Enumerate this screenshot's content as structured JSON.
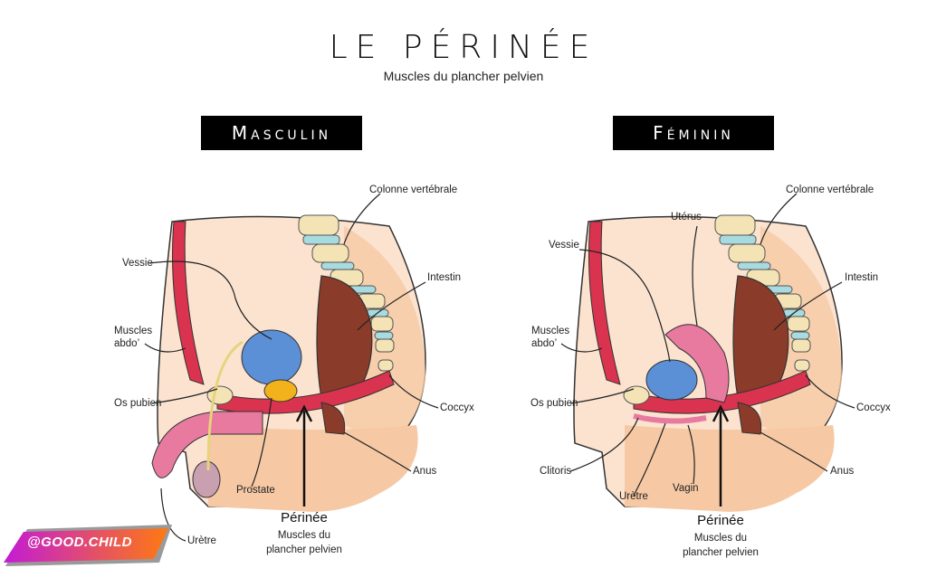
{
  "header": {
    "title": "LE PÉRINÉE",
    "subtitle": "Muscles du plancher pelvien"
  },
  "male": {
    "tag": "Masculin",
    "labels": {
      "spine": "Colonne vertébrale",
      "bladder": "Vessie",
      "abs_1": "Muscles",
      "abs_2": "abdo’",
      "intestine": "Intestin",
      "pubic": "Os pubien",
      "coccyx": "Coccyx",
      "anus": "Anus",
      "prostate": "Prostate",
      "urethra": "Urètre"
    },
    "perineum": {
      "title": "Périnée",
      "sub_1": "Muscles du",
      "sub_2": "plancher pelvien"
    }
  },
  "female": {
    "tag": "Féminin",
    "labels": {
      "spine": "Colonne vertébrale",
      "uterus": "Utérus",
      "bladder": "Vessie",
      "abs_1": "Muscles",
      "abs_2": "abdo’",
      "intestine": "Intestin",
      "pubic": "Os pubien",
      "coccyx": "Coccyx",
      "anus": "Anus",
      "clitoris": "Clitoris",
      "urethra": "Urètre",
      "vagina": "Vagin"
    },
    "perineum": {
      "title": "Périnée",
      "sub_1": "Muscles du",
      "sub_2": "plancher pelvien"
    }
  },
  "watermark": {
    "text": "@GOOD.CHILD"
  },
  "colors": {
    "skin": "#f6c9a4",
    "skin_light": "#fbe3d0",
    "muscle": "#d9334f",
    "bladder": "#5b8fd6",
    "bone": "#f3e3b5",
    "disc": "#a7dbe0",
    "intestine": "#8b3b2a",
    "prostate": "#f2b21c",
    "pink": "#e87aa0"
  }
}
